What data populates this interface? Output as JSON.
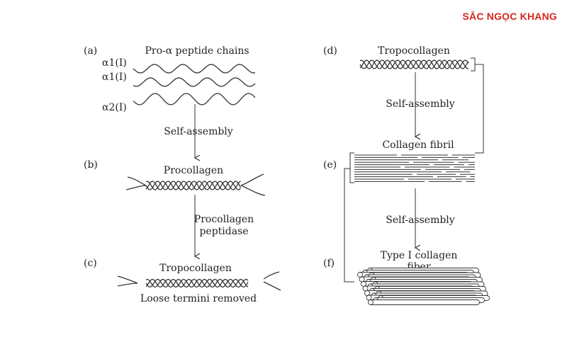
{
  "brand": {
    "text": "SẮC NGỌC KHANG",
    "color": "#d7261e"
  },
  "panels": {
    "a": {
      "letter": "(a)",
      "title": "Pro-α peptide chains",
      "chains": [
        "α1(I)",
        "α1(I)",
        "α2(I)"
      ]
    },
    "b": {
      "letter": "(b)",
      "title": "Procollagen"
    },
    "c": {
      "letter": "(c)",
      "title": "Tropocollagen",
      "note": "Loose termini removed"
    },
    "d": {
      "letter": "(d)",
      "title": "Tropocollagen"
    },
    "e": {
      "letter": "(e)",
      "title": "Collagen fibril"
    },
    "f": {
      "letter": "(f)",
      "title_line1": "Type I collagen",
      "title_line2": "fiber"
    }
  },
  "arrows": {
    "a_to_b": "Self-assembly",
    "b_to_c_line1": "Procollagen",
    "b_to_c_line2": "peptidase",
    "d_to_e": "Self-assembly",
    "e_to_f": "Self-assembly"
  }
}
